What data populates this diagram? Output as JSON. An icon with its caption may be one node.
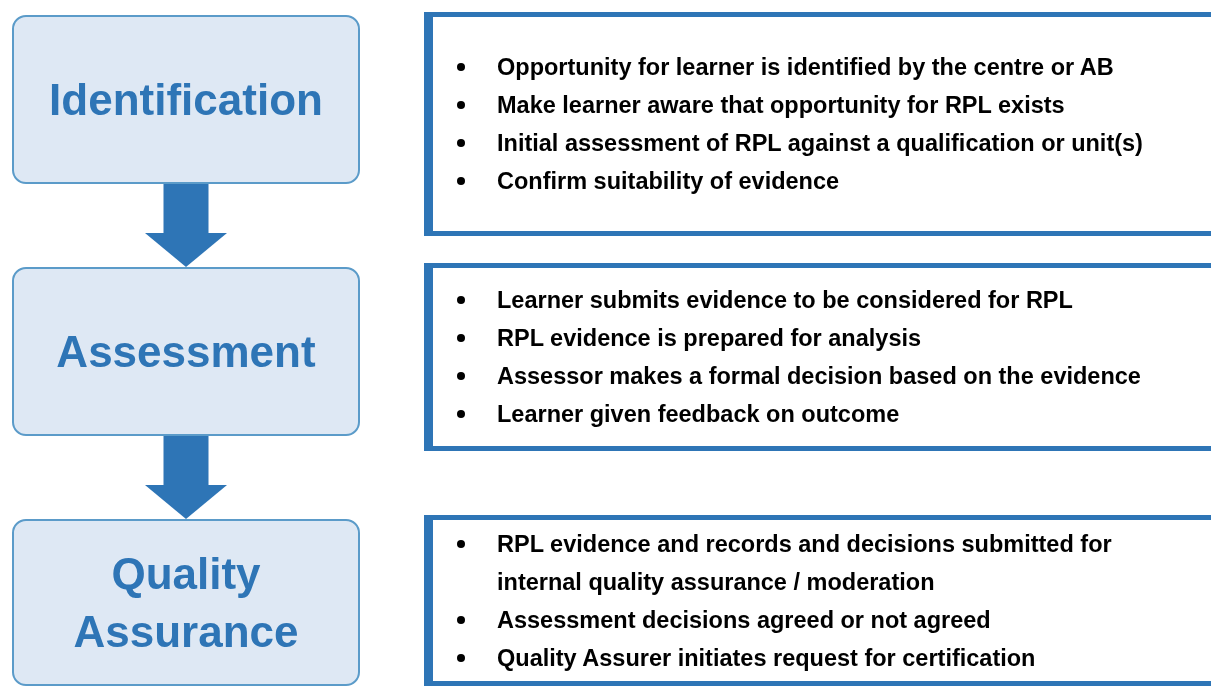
{
  "diagram": {
    "nodes": [
      {
        "text": [
          "Identification"
        ]
      },
      {
        "text": [
          "Opportunity for learner is identified by the centre or AB",
          "Make learner aware that opportunity for RPL exists",
          "Initial assessment of RPL against a qualification or unit(s)",
          "Confirm suitability of evidence"
        ]
      },
      {
        "text": [
          "Assessment"
        ]
      },
      {
        "text": [
          "Learner submits evidence to be considered for RPL",
          "RPL evidence is prepared for analysis",
          "Assessor makes a formal decision based on the evidence",
          "Learner given feedback on outcome"
        ]
      },
      {
        "text": [
          "Quality Assurance"
        ]
      },
      {
        "text": [
          "RPL evidence and records and decisions submitted for internal quality assurance / moderation",
          "Assessment decisions agreed or not agreed",
          "Quality Assurer initiates request for certification"
        ]
      }
    ],
    "edges": [
      {
        "from": 0,
        "to": 2,
        "arrow": "to"
      },
      {
        "from": 2,
        "to": 4,
        "arrow": "to"
      }
    ]
  }
}
